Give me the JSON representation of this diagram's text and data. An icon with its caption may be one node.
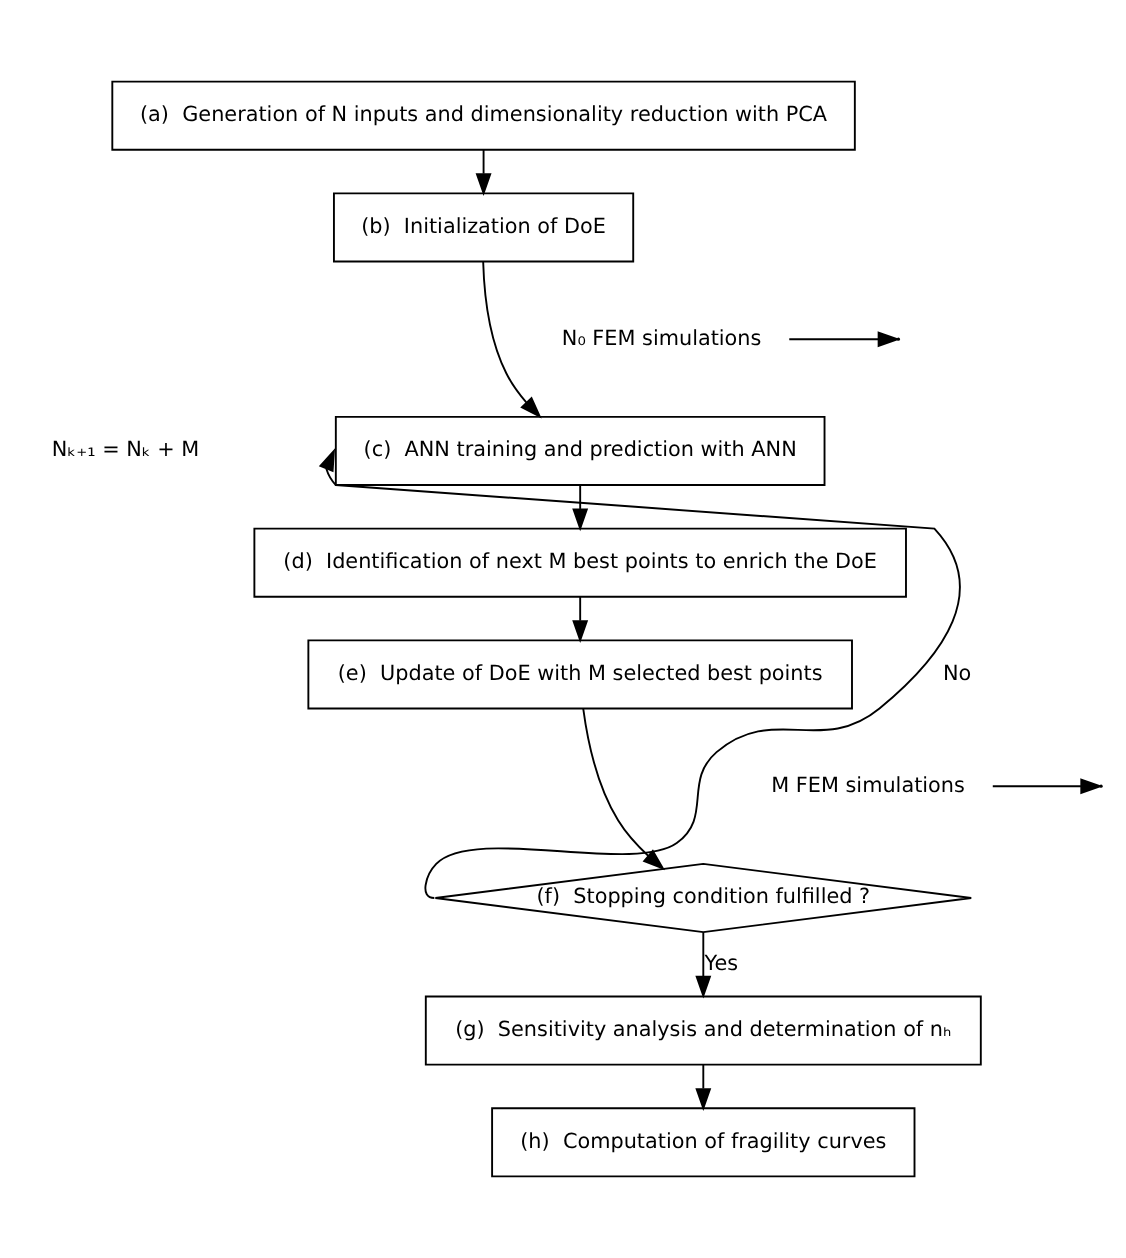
{
  "diagram": {
    "nodes": [
      {
        "text": [
          "(a)  Generation of N inputs and dimensionality reduction with PCA"
        ]
      },
      {
        "text": [
          "(b)  Initialization of DoE"
        ]
      },
      {
        "text": [
          "(c)  ANN training and prediction with ANN"
        ]
      },
      {
        "text": [
          "(d)  Identification of next M best points to enrich the DoE"
        ]
      },
      {
        "text": [
          "(e)  Update of DoE with M selected best points"
        ]
      },
      {
        "text": [
          "(f)  Stopping condition fulfilled ?"
        ]
      },
      {
        "text": [
          "(g)  Sensitivity analysis and determination of nₕ"
        ]
      },
      {
        "text": [
          "(h)  Computation of fragility curves"
        ]
      },
      {
        "text": [
          "N₀ FEM simulations"
        ]
      },
      {
        "text": [
          "M FEM simulations"
        ]
      }
    ],
    "edges": [
      {
        "from": 0,
        "to": 1,
        "arrow": "to"
      },
      {
        "from": 1,
        "to": 2,
        "arrow": "to"
      },
      {
        "from": 8,
        "to": null,
        "arrow": "to"
      },
      {
        "from": 2,
        "to": 3,
        "arrow": "to"
      },
      {
        "from": 3,
        "to": 4,
        "arrow": "to"
      },
      {
        "from": 9,
        "to": null,
        "arrow": "to"
      },
      {
        "from": 4,
        "to": 5,
        "arrow": "to"
      },
      {
        "from": 5,
        "to": 2,
        "arrow": "to",
        "label": "No"
      },
      {
        "from": 5,
        "to": 6,
        "arrow": "to",
        "label": "Yes"
      },
      {
        "from": 6,
        "to": 7,
        "arrow": "to"
      }
    ],
    "labels": [
      "Nₖ₊₁ = Nₖ + M"
    ]
  }
}
